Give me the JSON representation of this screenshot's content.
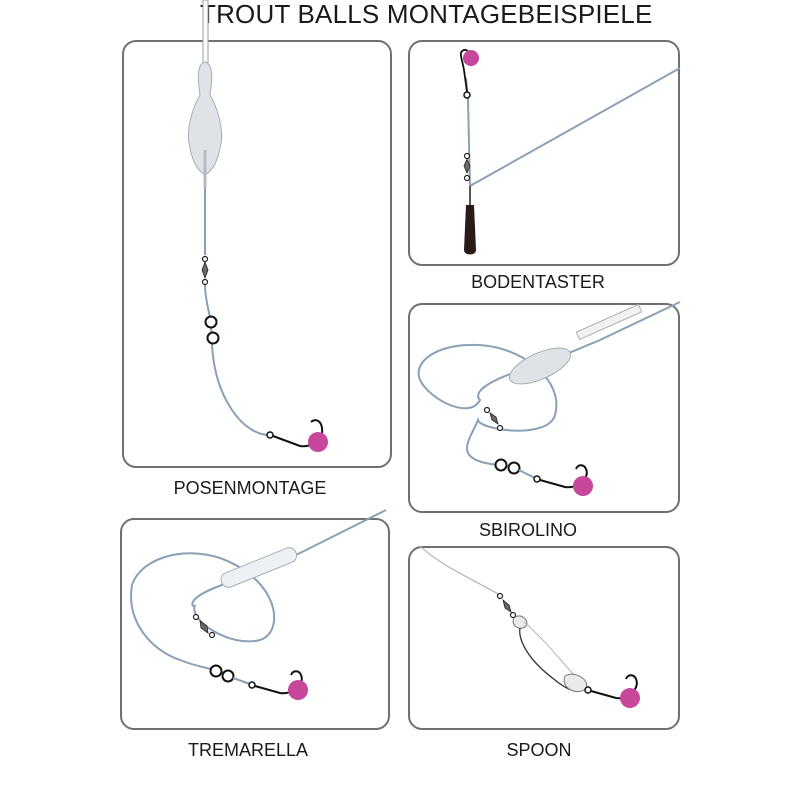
{
  "title": "TROUT BALLS MONTAGEBEISPIELE",
  "panels": [
    {
      "label": "POSENMONTAGE"
    },
    {
      "label": "BODENTASTER"
    },
    {
      "label": "SBIROLINO"
    },
    {
      "label": "TREMARELLA"
    },
    {
      "label": "SPOON"
    }
  ],
  "colors": {
    "line": "#8aa0b6",
    "bait": "#c6479b",
    "float": "#dfe3e8",
    "lead": "#2a1a18",
    "frame": "#707070"
  }
}
